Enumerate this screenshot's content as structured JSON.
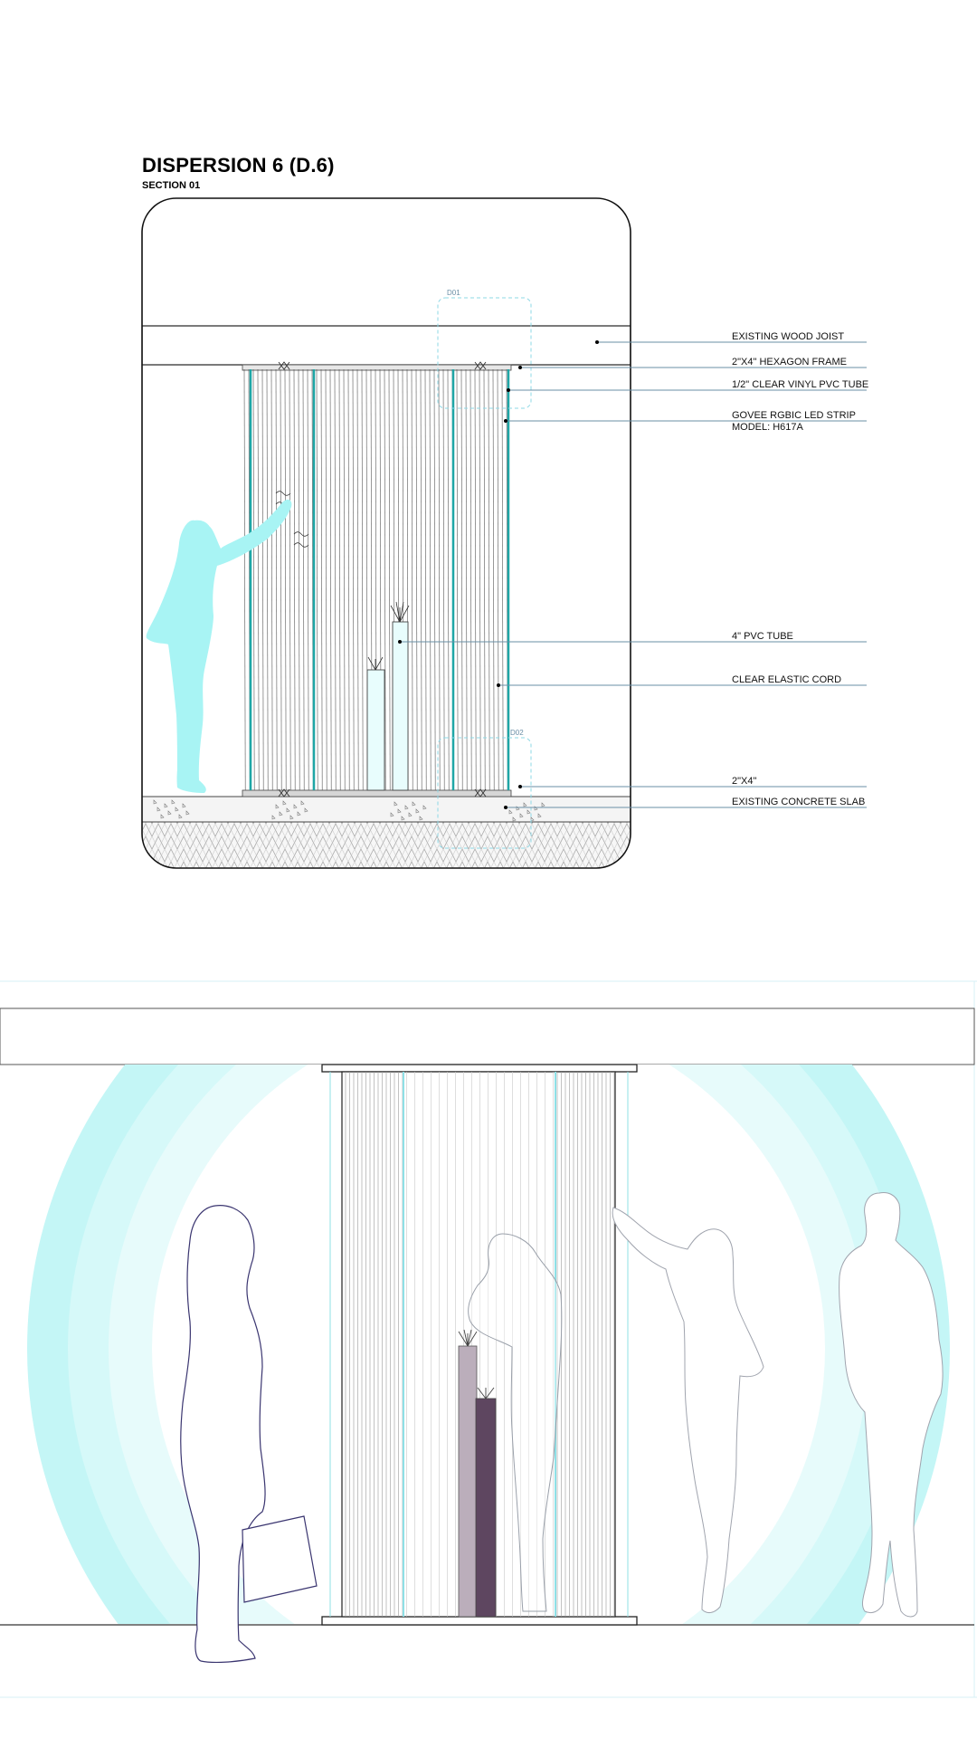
{
  "drawing": {
    "title": "DISPERSION 6 (D.6)",
    "subtitle": "SECTION 01"
  },
  "details": [
    {
      "id": "D01"
    },
    {
      "id": "D02"
    }
  ],
  "callouts": [
    {
      "lines": [
        "EXISTING WOOD JOIST"
      ]
    },
    {
      "lines": [
        "2\"X4\" HEXAGON FRAME"
      ]
    },
    {
      "lines": [
        "1/2\" CLEAR VINYL PVC TUBE"
      ]
    },
    {
      "lines": [
        "GOVEE RGBIC LED STRIP",
        "MODEL: H617A"
      ]
    },
    {
      "lines": [
        "4\" PVC TUBE"
      ]
    },
    {
      "lines": [
        "CLEAR ELASTIC CORD"
      ]
    },
    {
      "lines": [
        "2\"X4\""
      ]
    },
    {
      "lines": [
        "EXISTING CONCRETE SLAB"
      ]
    }
  ],
  "colors": {
    "accent_teal": "#1fa6a6",
    "human_fill": "#a8f4f4",
    "ring_outer": "#c4f6f6",
    "ring_mid": "#ddf9f9",
    "ring_inner": "#eefcfc",
    "pedestal_light": "#bbaebb",
    "pedestal_dark": "#5e4660",
    "line": "#222222"
  }
}
